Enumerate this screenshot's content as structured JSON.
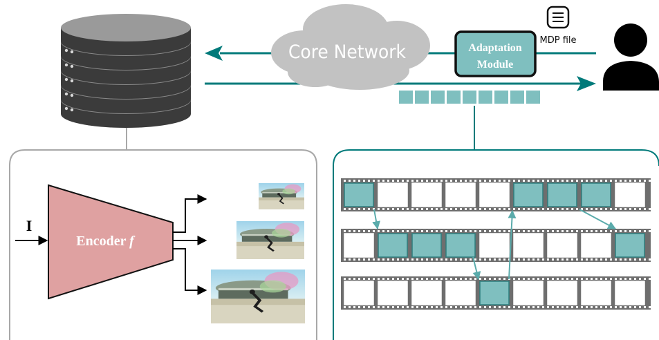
{
  "cloud_label": "Core Network",
  "adaptation_module": {
    "line1": "Adaptation",
    "line2": "Module"
  },
  "mdp_file_label": "MDP file",
  "encoder": {
    "input_label": "I",
    "label": "Encoder",
    "func": "f"
  },
  "segment_queue_count": 9,
  "filmstrips": {
    "frames_per_strip": 9,
    "highlighted": [
      [
        0,
        5,
        6,
        7
      ],
      [
        1,
        2,
        3,
        8
      ],
      [
        4
      ]
    ]
  },
  "colors": {
    "teal": "#007a7a",
    "teal_fill": "#7fbfbf",
    "encoder_fill": "#dfa1a1",
    "film_gray": "#6e6e6e",
    "server_dark": "#3b3b3b"
  }
}
